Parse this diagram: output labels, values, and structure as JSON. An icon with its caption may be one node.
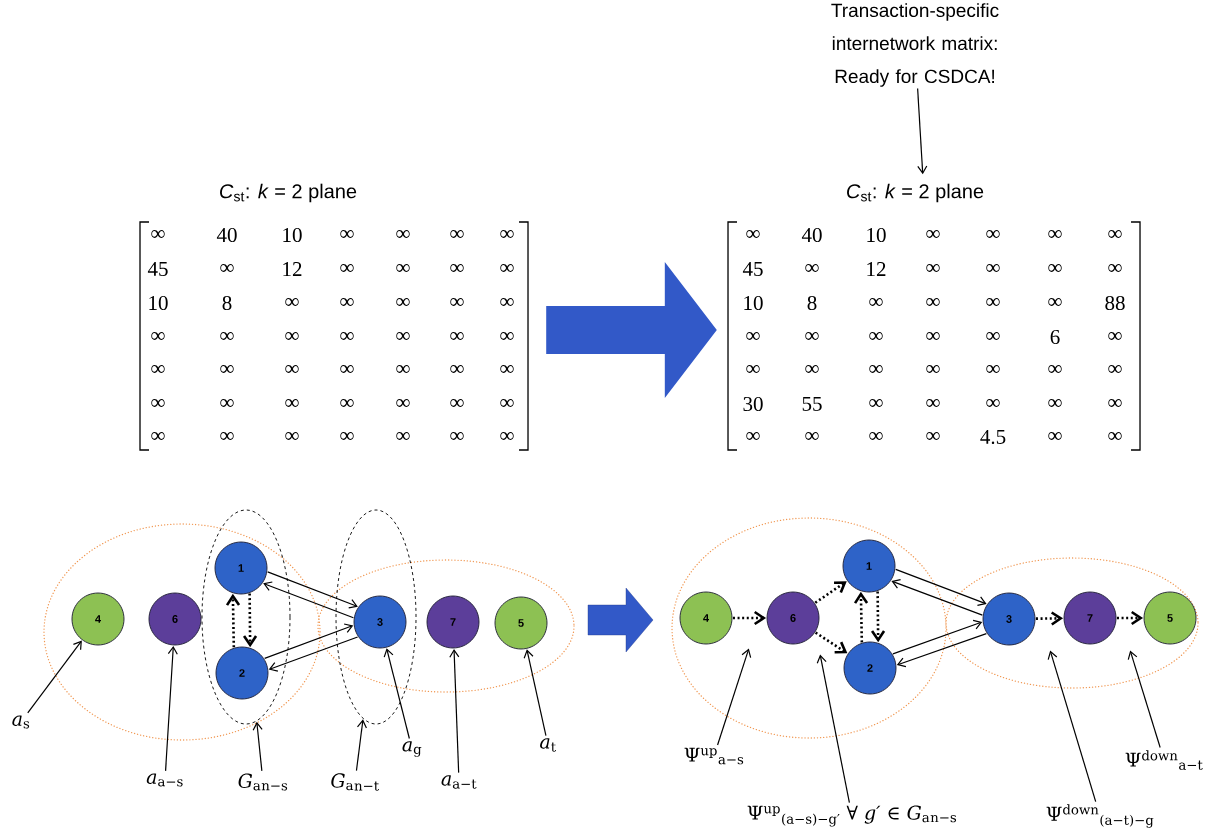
{
  "diagram": {
    "nodes": [
      {
        "text": [
          "Transaction-specific internetwork matrix: Ready for CSDCA!"
        ]
      },
      {
        "text": [
          "*C*$_{st}$: *k* = 2 plane",
          "∞",
          "40",
          "10",
          "∞",
          "∞",
          "∞",
          "∞",
          "45",
          "∞",
          "12",
          "∞",
          "∞",
          "∞",
          "∞",
          "10",
          "8",
          "∞",
          "∞",
          "∞",
          "∞",
          "∞",
          "∞",
          "∞",
          "∞",
          "∞",
          "∞",
          "∞",
          "∞",
          "∞",
          "∞",
          "∞",
          "∞",
          "∞",
          "∞",
          "∞",
          "∞",
          "∞",
          "∞",
          "∞",
          "∞",
          "∞",
          "∞",
          "∞",
          "∞",
          "∞",
          "∞",
          "∞",
          "∞",
          "∞"
        ]
      },
      {
        "text": [
          "*C*$_{st}$: *k* = 2 plane",
          "∞",
          "40",
          "10",
          "∞",
          "∞",
          "∞",
          "∞",
          "45",
          "∞",
          "12",
          "∞",
          "∞",
          "∞",
          "∞",
          "10",
          "8",
          "∞",
          "∞",
          "∞",
          "∞",
          "88",
          "∞",
          "∞",
          "∞",
          "∞",
          "∞",
          "6",
          "∞",
          "∞",
          "∞",
          "∞",
          "∞",
          "∞",
          "∞",
          "∞",
          "30",
          "55",
          "∞",
          "∞",
          "∞",
          "∞",
          "∞",
          "∞",
          "∞",
          "∞",
          "∞",
          "4.5",
          "∞",
          "∞"
        ]
      },
      {
        "text": [
          "4"
        ]
      },
      {
        "text": [
          "6"
        ]
      },
      {
        "text": [
          "1"
        ],
        "in": 10
      },
      {
        "text": [
          "2"
        ],
        "in": 10
      },
      {
        "text": [
          "3"
        ],
        "in": 11
      },
      {
        "text": [
          "7"
        ]
      },
      {
        "text": [
          "5"
        ]
      },
      {
        "text": [],
        "shape": "ellipse"
      },
      {
        "text": [],
        "shape": "ellipse"
      },
      {
        "text": [
          "*a*$_{s}$"
        ]
      },
      {
        "text": [
          "*a*$_{a−s}$"
        ]
      },
      {
        "text": [
          "*G*$_{a}$$_{n−s}$"
        ]
      },
      {
        "text": [
          "*G*$_{a}$$_{n−t}$"
        ]
      },
      {
        "text": [
          "*a*$_{g}$"
        ]
      },
      {
        "text": [
          "*a*$_{a−t}$"
        ]
      },
      {
        "text": [
          "*a*$_{t}$"
        ]
      },
      {
        "text": [
          "4"
        ]
      },
      {
        "text": [
          "6"
        ]
      },
      {
        "text": [
          "1"
        ]
      },
      {
        "text": [
          "2"
        ]
      },
      {
        "text": [
          "3"
        ]
      },
      {
        "text": [
          "7"
        ]
      },
      {
        "text": [
          "5"
        ]
      },
      {
        "text": [
          "Ψ$^{up}$$_{a−s}$"
        ]
      },
      {
        "text": [
          "Ψ$^{up}$$_{(a−s)−g′}$ ∀ *g′* ∈ *G*$_{a}$$_{n−s}$"
        ]
      },
      {
        "text": [
          "Ψ$^{down}$$_{(a−t)−g}$"
        ]
      },
      {
        "text": [
          "Ψ$^{down}$$_{a−t}$"
        ]
      }
    ],
    "edges": [
      {
        "from": 0,
        "to": 2,
        "arrow": "to"
      },
      {
        "from": 1,
        "to": 2,
        "arrow": "to",
        "style": "thick",
        "color": "#3259c8"
      },
      {
        "from": 5,
        "to": 7,
        "arrow": "to"
      },
      {
        "from": 7,
        "to": 5,
        "arrow": "to"
      },
      {
        "from": 6,
        "to": 7,
        "arrow": "to"
      },
      {
        "from": 7,
        "to": 6,
        "arrow": "to"
      },
      {
        "from": 5,
        "to": 6,
        "arrow": "to",
        "style": "dashed"
      },
      {
        "from": 6,
        "to": 5,
        "arrow": "to",
        "style": "dashed"
      },
      {
        "from": 12,
        "to": 3,
        "arrow": "to"
      },
      {
        "from": 13,
        "to": 4,
        "arrow": "to"
      },
      {
        "from": 14,
        "to": 10,
        "arrow": "to"
      },
      {
        "from": 15,
        "to": 11,
        "arrow": "to"
      },
      {
        "from": 16,
        "to": 7,
        "arrow": "to"
      },
      {
        "from": 17,
        "to": 8,
        "arrow": "to"
      },
      {
        "from": 18,
        "to": 9,
        "arrow": "to"
      },
      {
        "from": 19,
        "to": 20,
        "arrow": "to",
        "style": "dashed"
      },
      {
        "from": 20,
        "to": 21,
        "arrow": "to",
        "style": "dashed"
      },
      {
        "from": 20,
        "to": 22,
        "arrow": "to",
        "style": "dashed"
      },
      {
        "from": 21,
        "to": 22,
        "arrow": "to",
        "style": "dashed"
      },
      {
        "from": 22,
        "to": 21,
        "arrow": "to",
        "style": "dashed"
      },
      {
        "from": 21,
        "to": 23,
        "arrow": "to"
      },
      {
        "from": 23,
        "to": 21,
        "arrow": "to"
      },
      {
        "from": 22,
        "to": 23,
        "arrow": "to"
      },
      {
        "from": 23,
        "to": 22,
        "arrow": "to"
      },
      {
        "from": 23,
        "to": 24,
        "arrow": "to",
        "style": "dashed"
      },
      {
        "from": 24,
        "to": 25,
        "arrow": "to",
        "style": "dashed"
      },
      {
        "from": 26,
        "to": null,
        "arrow": "to"
      },
      {
        "from": 27,
        "to": null,
        "arrow": "to"
      },
      {
        "from": 28,
        "to": null,
        "arrow": "to"
      },
      {
        "from": 29,
        "to": null,
        "arrow": "to"
      }
    ]
  }
}
